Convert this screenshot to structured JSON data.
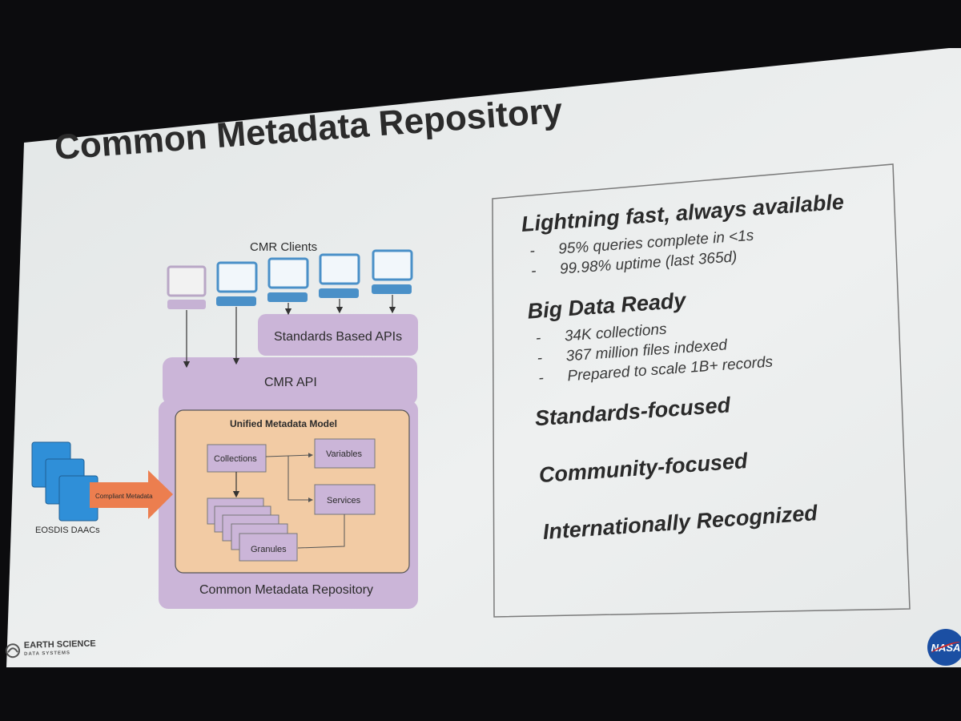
{
  "slide": {
    "title": "Common Metadata Repository"
  },
  "diagram": {
    "clients_label": "CMR Clients",
    "standards_apis": "Standards Based APIs",
    "cmr_api": "CMR API",
    "umm_title": "Unified Metadata Model",
    "collections": "Collections",
    "variables": "Variables",
    "services": "Services",
    "granules": "Granules",
    "repository_label": "Common Metadata Repository",
    "compliant_metadata": "Compliant Metadata",
    "daacs_label": "EOSDIS DAACs"
  },
  "panel": {
    "sections": [
      {
        "heading": "Lightning fast, always available",
        "bullets": [
          "95% queries complete in <1s",
          "99.98% uptime (last 365d)"
        ]
      },
      {
        "heading": "Big Data Ready",
        "bullets": [
          "34K collections",
          "367 million files indexed",
          "Prepared to scale 1B+ records"
        ]
      },
      {
        "heading": "Standards-focused",
        "bullets": []
      },
      {
        "heading": "Community-focused",
        "bullets": []
      },
      {
        "heading": "Internationally Recognized",
        "bullets": []
      }
    ],
    "bullet_marker": "-"
  },
  "footer": {
    "esds_line1": "EARTH SCIENCE",
    "esds_line2": "DATA SYSTEMS",
    "nasa_logo": "NASA"
  },
  "colors": {
    "screen": "#e9ecec",
    "lavender": "#cbb5d8",
    "orange_box": "#f2cba4",
    "orange_arrow": "#ec7e4f",
    "monitor_blue": "#4a90c8",
    "daac_blue": "#2f8fd8",
    "text": "#2b2b2b"
  }
}
